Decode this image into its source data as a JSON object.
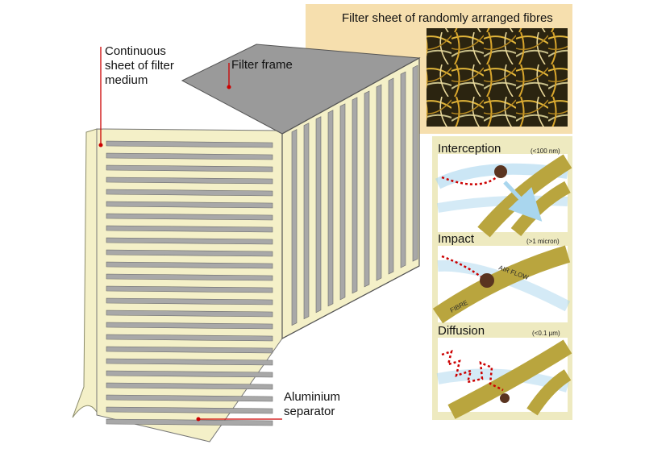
{
  "labels": {
    "continuous_sheet": "Continuous\nsheet of filter\nmedium",
    "filter_frame": "Filter frame",
    "aluminium_separator": "Aluminium\nseparator"
  },
  "fibre_panel": {
    "title": "Filter sheet of randomly arranged fibres"
  },
  "mechanisms": [
    {
      "title": "Interception",
      "range": "(<100 nm)"
    },
    {
      "title": "Impact",
      "range": "(>1 micron)"
    },
    {
      "title": "Diffusion",
      "range": "(<0.1 µm)"
    }
  ],
  "impact_labels": {
    "air_flow": "AIR FLOW",
    "fibre": "FIBRE"
  },
  "colors": {
    "panel_bg": "#f6dfae",
    "mechanism_bg": "#eeeac0",
    "filter_medium": "#f4f0c8",
    "frame_grey": "#9a9a9a",
    "fibre": "#b9a53e",
    "particle": "#5a3420",
    "leader_red": "#cc0000",
    "air_flow": "#a9d6ee"
  }
}
